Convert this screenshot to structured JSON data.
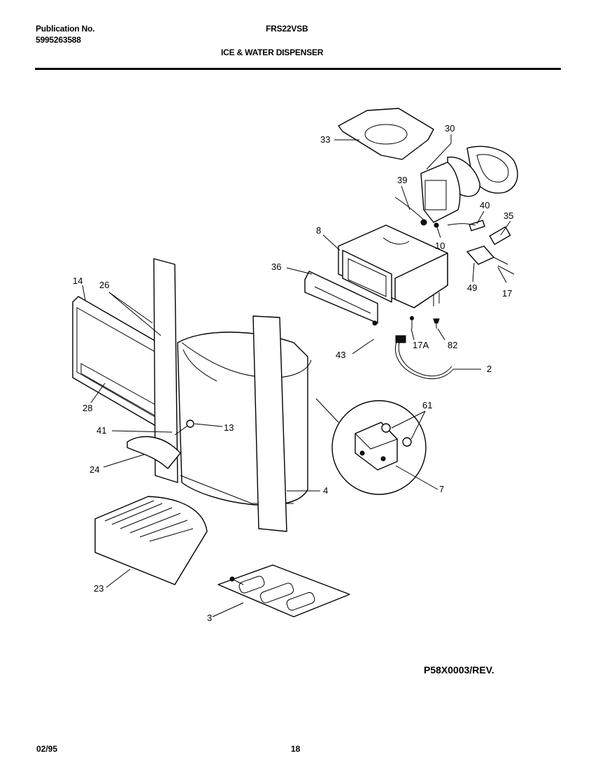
{
  "header": {
    "publication_label": "Publication No.",
    "publication_number": "5995263588",
    "model": "FRS22VSB",
    "section_title": "ICE & WATER DISPENSER"
  },
  "callouts": {
    "c33": "33",
    "c30": "30",
    "c39": "39",
    "c40": "40",
    "c35": "35",
    "c8": "8",
    "c10": "10",
    "c36": "36",
    "c49": "49",
    "c17": "17",
    "c14": "14",
    "c26": "26",
    "c17A": "17A",
    "c82": "82",
    "c43": "43",
    "c2": "2",
    "c28": "28",
    "c61": "61",
    "c41": "41",
    "c13": "13",
    "c24": "24",
    "c7": "7",
    "c4": "4",
    "c23": "23",
    "c3": "3"
  },
  "footer": {
    "reference": "P58X0003/REV.",
    "date": "02/95",
    "page": "18"
  }
}
